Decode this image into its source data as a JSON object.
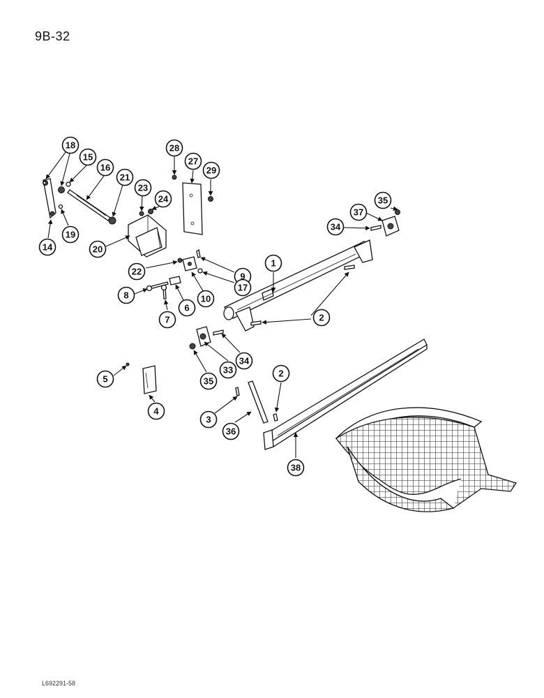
{
  "page": {
    "number": "9B-32",
    "reference_code": "L692291-58"
  },
  "callouts": [
    "18",
    "15",
    "16",
    "21",
    "23",
    "24",
    "14",
    "19",
    "20",
    "28",
    "27",
    "29",
    "22",
    "9",
    "8",
    "6",
    "10",
    "17",
    "7",
    "1",
    "35",
    "37",
    "34",
    "2",
    "5",
    "4",
    "33",
    "34",
    "35",
    "3",
    "36",
    "2",
    "38"
  ],
  "colors": {
    "ink": "#111111",
    "paper": "#ffffff"
  }
}
